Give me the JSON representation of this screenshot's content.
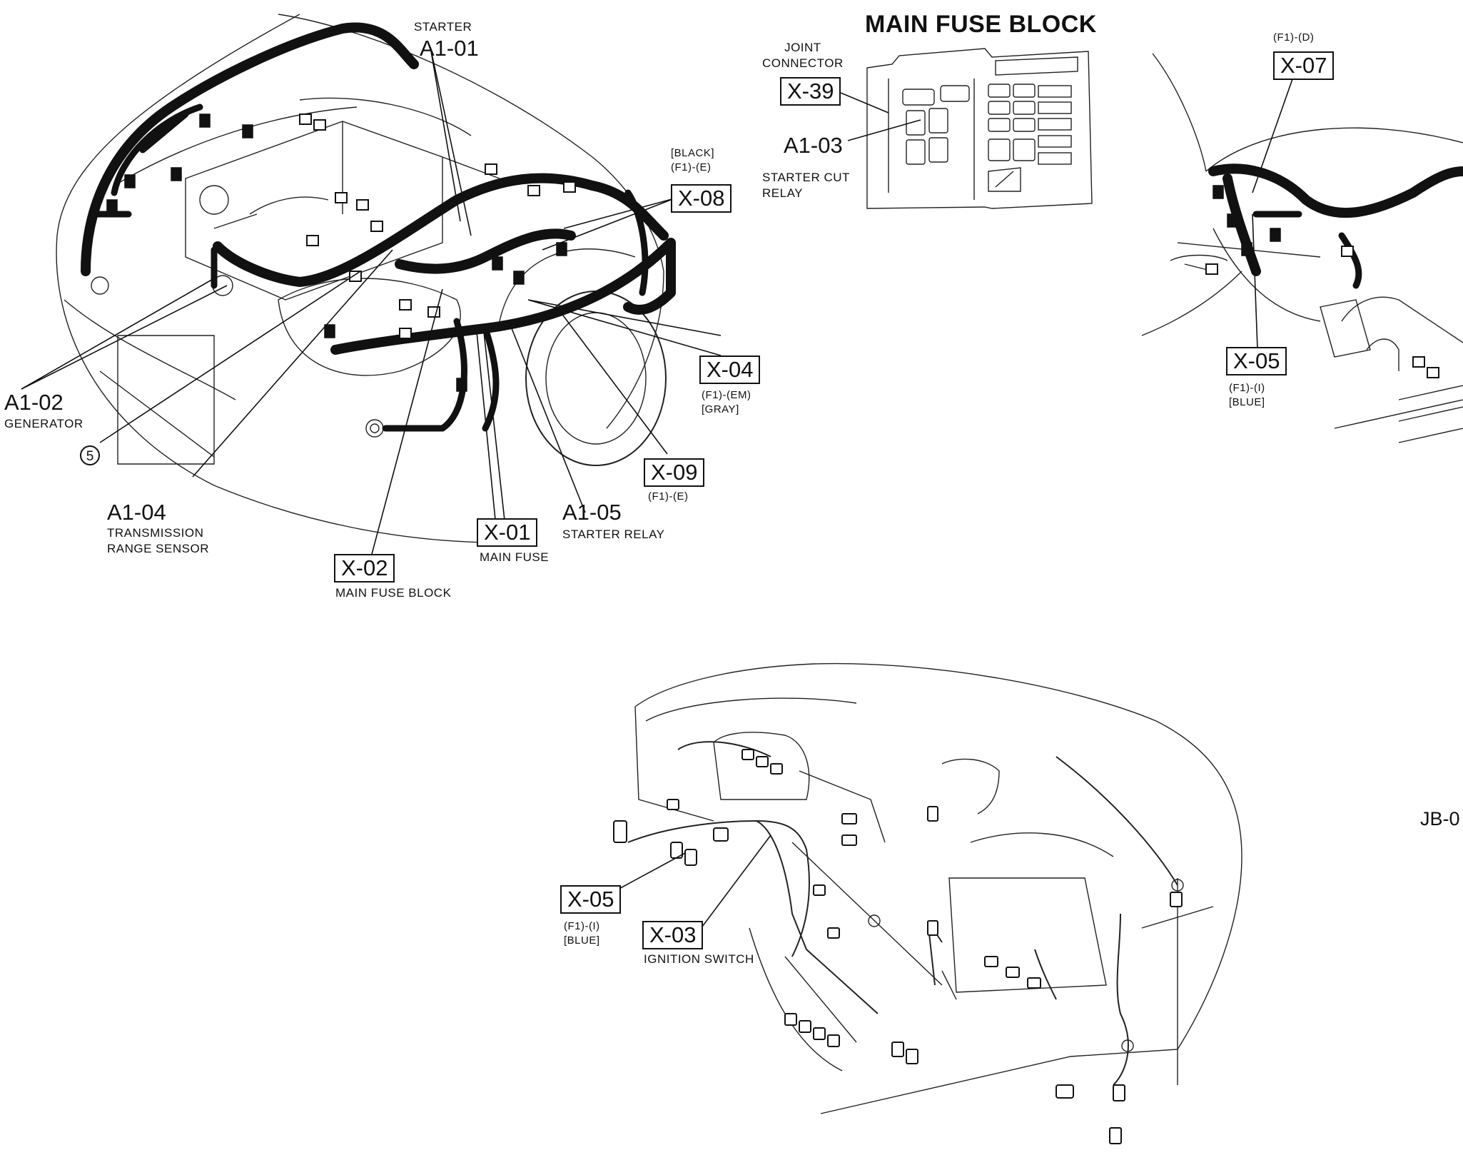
{
  "title": "MAIN FUSE BLOCK",
  "fuse_block": {
    "joint_connector": "JOINT\nCONNECTOR",
    "x39": "X-39",
    "a103": "A1-03",
    "starter_cut_relay": "STARTER CUT\nRELAY"
  },
  "engine": {
    "starter_desc": "STARTER",
    "a101": "A1-01",
    "x08_note": "[BLACK]\n(F1)-(E)",
    "x08": "X-08",
    "a102": "A1-02",
    "generator": "GENERATOR",
    "circle5": "5",
    "a104": "A1-04",
    "trs": "TRANSMISSION\nRANGE SENSOR",
    "x04": "X-04",
    "x04_note": "(F1)-(EM)\n[GRAY]",
    "x09": "X-09",
    "x09_note": "(F1)-(E)",
    "a105": "A1-05",
    "starter_relay": "STARTER RELAY",
    "x01": "X-01",
    "main_fuse": "MAIN FUSE",
    "x02": "X-02",
    "main_fuse_block": "MAIN FUSE BLOCK"
  },
  "interior": {
    "x07_note": "(F1)-(D)",
    "x07": "X-07",
    "x05": "X-05",
    "x05_note": "(F1)-(I)\n[BLUE]"
  },
  "dashboard": {
    "x05": "X-05",
    "x05_note": "(F1)-(I)\n[BLUE]",
    "x03": "X-03",
    "ignition_switch": "IGNITION SWITCH"
  },
  "edge": {
    "jb_label": "JB-0"
  }
}
